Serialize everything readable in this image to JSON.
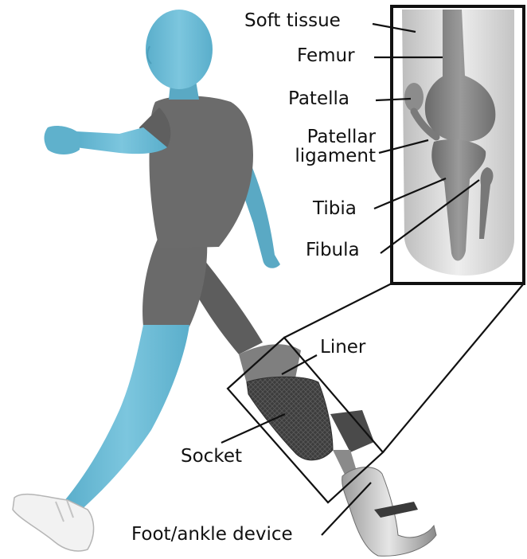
{
  "colors": {
    "skin": "#6bbcd6",
    "skin_shadow": "#4e9fbb",
    "garment": "#6b6b6b",
    "garment_dark": "#555555",
    "socket": "#3e3e3e",
    "inset_bone": "#7d7d7d",
    "inset_tissue": "#d9d9d9",
    "outline": "#111111"
  },
  "labels": {
    "soft_tissue": "Soft tissue",
    "femur": "Femur",
    "patella": "Patella",
    "patellar_ligament_line1": "Patellar",
    "patellar_ligament_line2": "ligament",
    "tibia": "Tibia",
    "fibula": "Fibula",
    "liner": "Liner",
    "socket": "Socket",
    "foot_ankle_device": "Foot/ankle device"
  },
  "icons": {
    "figure": "walking-person-illustration",
    "inset": "residual-limb-cross-section",
    "prosthesis": "prosthetic-leg",
    "shoe": "sneaker"
  }
}
